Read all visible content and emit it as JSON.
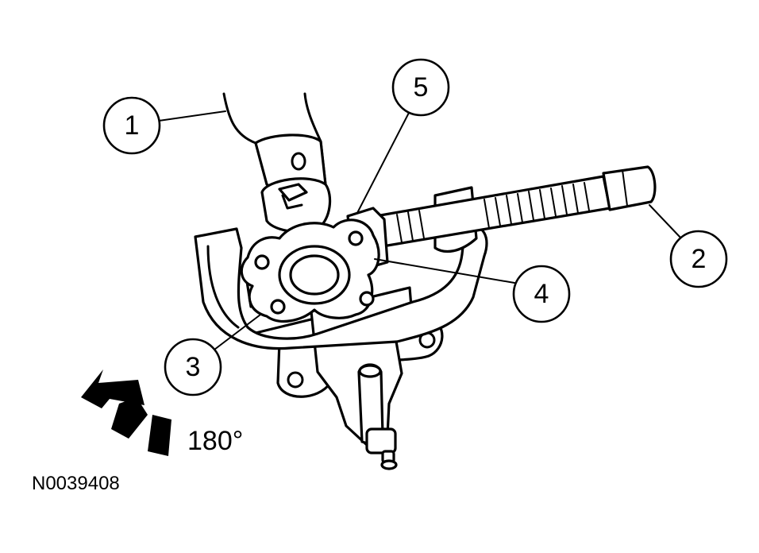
{
  "callouts": [
    {
      "id": "1",
      "label": "1"
    },
    {
      "id": "2",
      "label": "2"
    },
    {
      "id": "3",
      "label": "3"
    },
    {
      "id": "4",
      "label": "4"
    },
    {
      "id": "5",
      "label": "5"
    }
  ],
  "rotation_label": "180°",
  "figure_id": "N0039408"
}
